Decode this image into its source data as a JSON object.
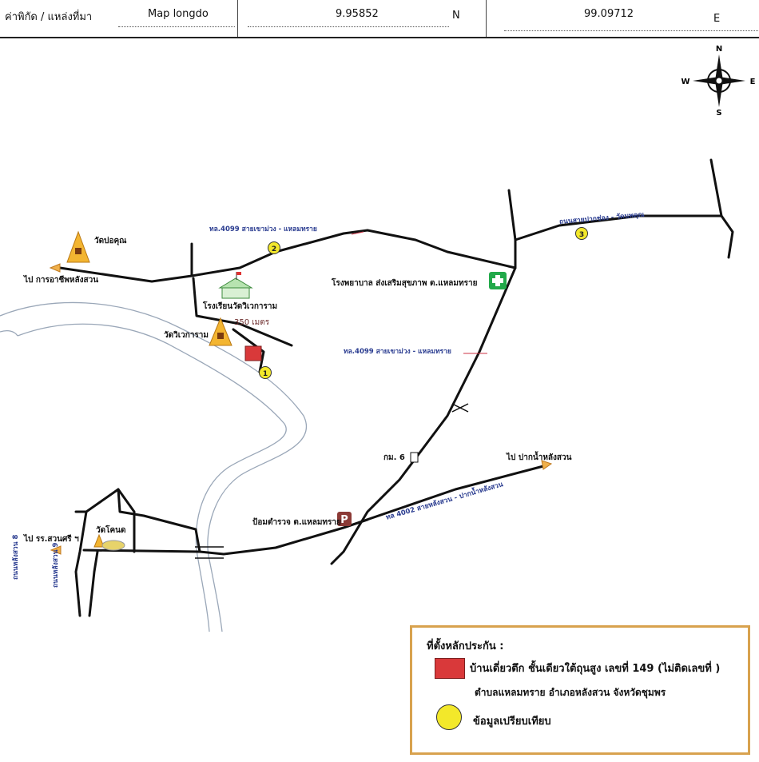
{
  "header": {
    "coord_label": "ค่าพิกัด / แหล่งที่มา",
    "source": "Map longdo",
    "lat_value": "9.95852",
    "lat_dir": "N",
    "lon_value": "99.09712",
    "lon_dir": "E"
  },
  "compass": {
    "north": "N",
    "south": "S",
    "west": "W",
    "east": "E"
  },
  "places": {
    "wat_bo_khun": "วัดบ่อคุณ",
    "to_karosin": "ไป การอาชีพหลังสวน",
    "school": "โรงเรียนวัดวิเวการาม",
    "wat_wiwek": "วัดวิเวการาม",
    "distance": "350 เมตร",
    "hospital": "โรงพยาบาล ส่งเสริมสุขภาพ ต.แหลมทราย",
    "km_marker": "กม. 6",
    "to_paknam": "ไป ปากน้ำหลังสวน",
    "police_box": "ป้อมตำรวจ ต.แหลมทราย",
    "wat_khok": "วัดโคนด",
    "to_school_suan": "ไป รร.สวนศรี ฯ"
  },
  "roads": {
    "road_4099_top": "ทล.4099 สายเขาม่วง - แหลมทราย",
    "road_4099_mid": "ทล.4099 สายเขาม่วง - แหลมทราย",
    "road_pak_khong": "ถนนสายปากช่อง - วัดนพคุณ",
    "road_4002": "ทล 4002 สายหลังสวน - ปากน้ำหลังสวน",
    "road_langsuan_a": "ถนนหลังสวน 8",
    "road_langsuan_b": "ถนนหลังสวน 9"
  },
  "markers": [
    "1",
    "2",
    "3"
  ],
  "legend": {
    "title": "ที่ตั้งหลักประกัน :",
    "item1_line1": "บ้านเดี่ยวตึก ชั้นเดียวใต้ถุนสูง เลขที่ 149 (ไม่ติดเลขที่ )",
    "item1_line2": "ตำบลแหลมทราย  อำเภอหลังสวน  จังหวัดชุมพร",
    "item2": "ข้อมูลเปรียบเทียบ"
  },
  "colors": {
    "property": "#d9393a",
    "comparable": "#f3e82a",
    "legend_border": "#d8a24e",
    "road_label": "#2a3c90",
    "hospital": "#22a94a",
    "police": "#8c3a36"
  }
}
